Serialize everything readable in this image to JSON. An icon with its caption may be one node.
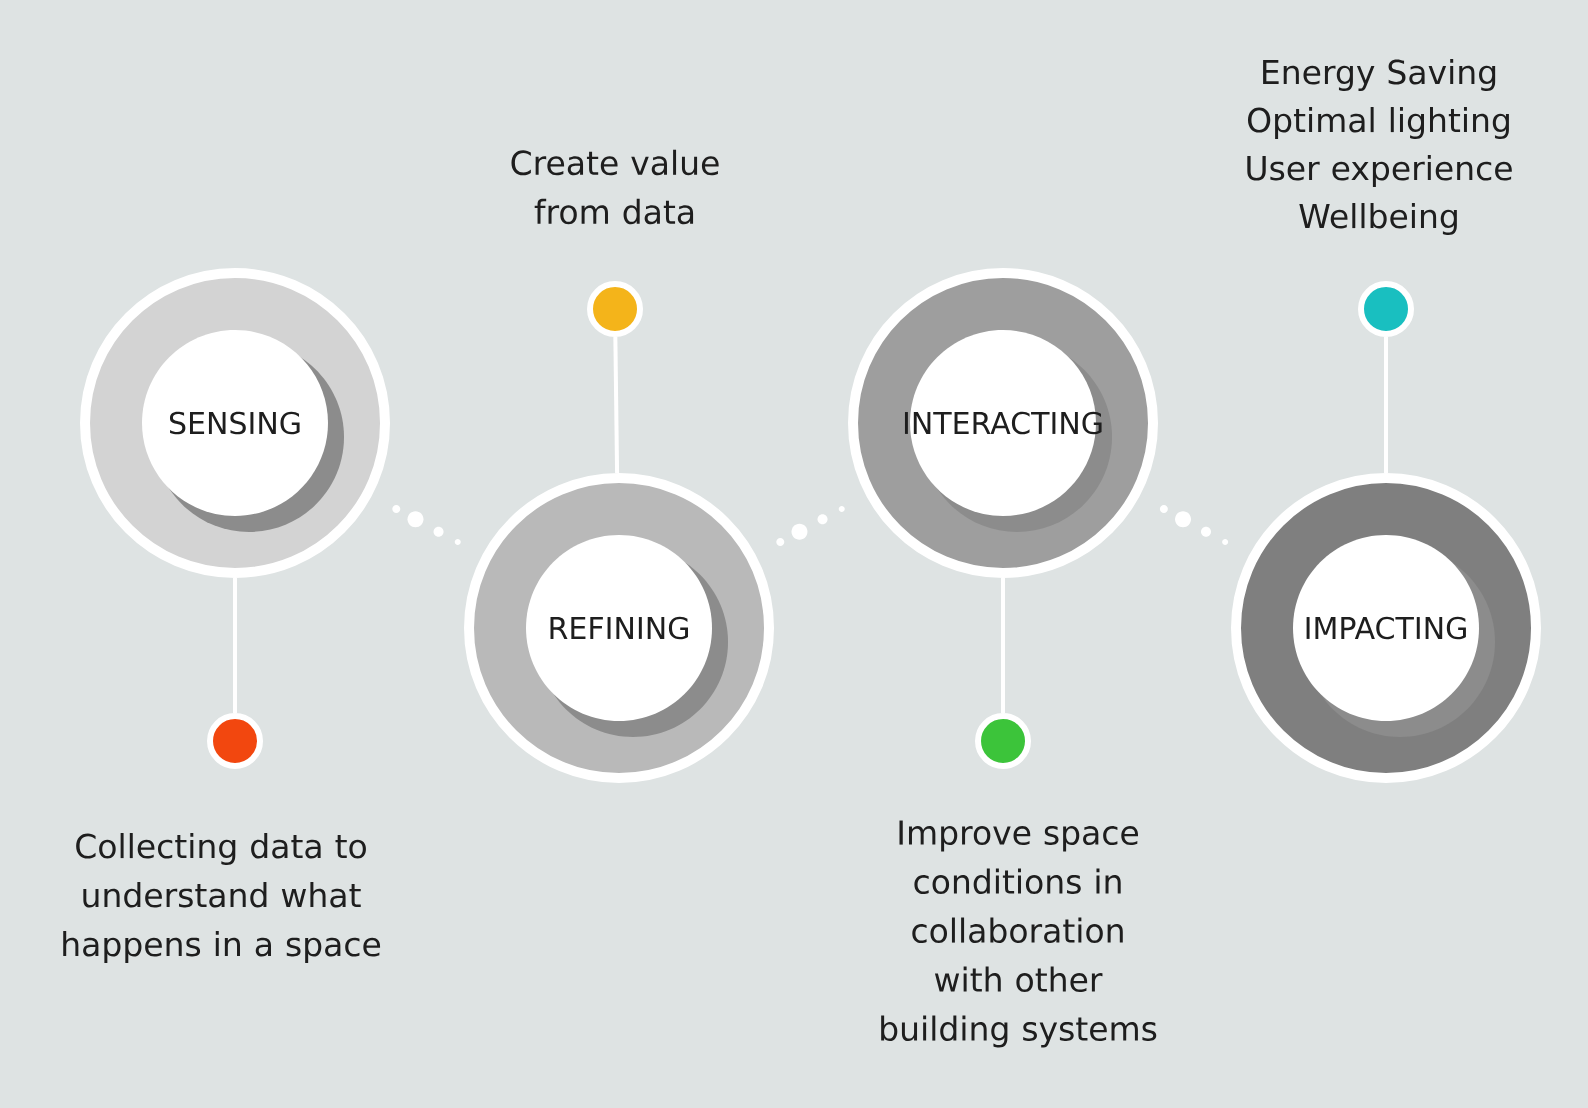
{
  "diagram": {
    "nodes": [
      {
        "text": [
          "SENSING"
        ]
      },
      {
        "text": [],
        "shape": "circle",
        "beside": [
          "Collecting data to understand what happens in a space"
        ]
      },
      {
        "text": [
          "REFINING"
        ]
      },
      {
        "text": [],
        "shape": "circle",
        "beside": [
          "Create value from data"
        ]
      },
      {
        "text": [
          "INTERACTING"
        ]
      },
      {
        "text": [],
        "shape": "circle",
        "beside": [
          "Improve space conditions in collaboration with other building systems"
        ]
      },
      {
        "text": [
          "IMPACTING"
        ]
      },
      {
        "text": [],
        "shape": "circle",
        "beside": [
          "Energy Saving",
          "Optimal lighting",
          "User experience",
          "Wellbeing"
        ]
      }
    ],
    "edges": [
      {
        "from": 0,
        "to": 1,
        "arrow": "none"
      },
      {
        "from": 2,
        "to": 3,
        "arrow": "none"
      },
      {
        "from": 4,
        "to": 5,
        "arrow": "none"
      },
      {
        "from": 6,
        "to": 7,
        "arrow": "none"
      }
    ]
  }
}
